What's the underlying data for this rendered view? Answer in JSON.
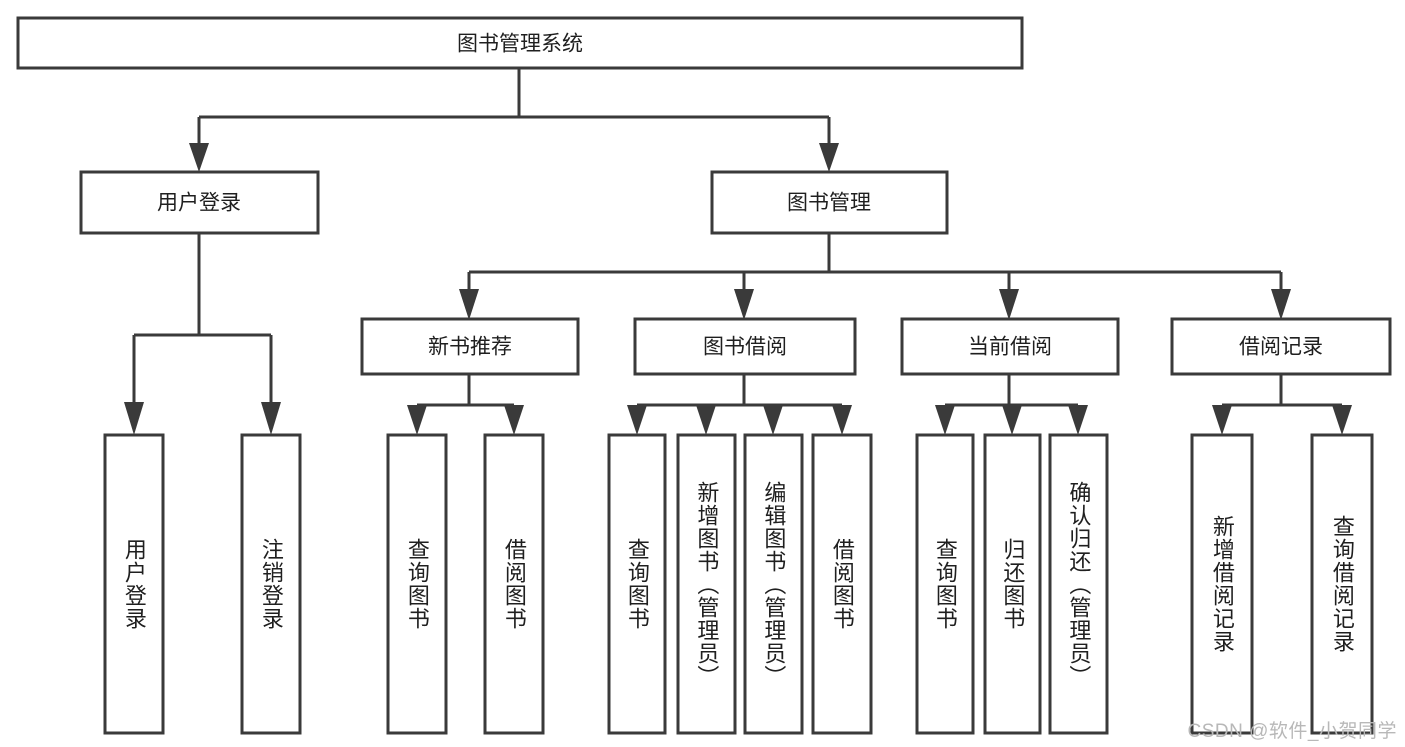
{
  "diagram": {
    "title": "图书管理系统",
    "type": "tree-hierarchy",
    "watermark": "CSDN @软件_小贺同学",
    "colors": {
      "stroke": "#3a3a3a",
      "fill": "#ffffff",
      "text": "#1f1f1f",
      "watermark": "#b8b8b8"
    },
    "levels": {
      "root": {
        "label": "图书管理系统"
      },
      "level2": [
        {
          "label": "用户登录"
        },
        {
          "label": "图书管理"
        }
      ],
      "level3": [
        {
          "label": "新书推荐"
        },
        {
          "label": "图书借阅"
        },
        {
          "label": "当前借阅"
        },
        {
          "label": "借阅记录"
        }
      ],
      "leaves": {
        "user_login": [
          {
            "label": "用户登录"
          },
          {
            "label": "注销登录"
          }
        ],
        "new_book_recommend": [
          {
            "label": "查询图书"
          },
          {
            "label": "借阅图书"
          }
        ],
        "book_borrow": [
          {
            "label": "查询图书"
          },
          {
            "label": "新增图书（管理员）"
          },
          {
            "label": "编辑图书（管理员）"
          },
          {
            "label": "借阅图书"
          }
        ],
        "current_borrow": [
          {
            "label": "查询图书"
          },
          {
            "label": "归还图书"
          },
          {
            "label": "确认归还（管理员）"
          }
        ],
        "borrow_record": [
          {
            "label": "新增借阅记录"
          },
          {
            "label": "查询借阅记录"
          }
        ]
      }
    }
  }
}
